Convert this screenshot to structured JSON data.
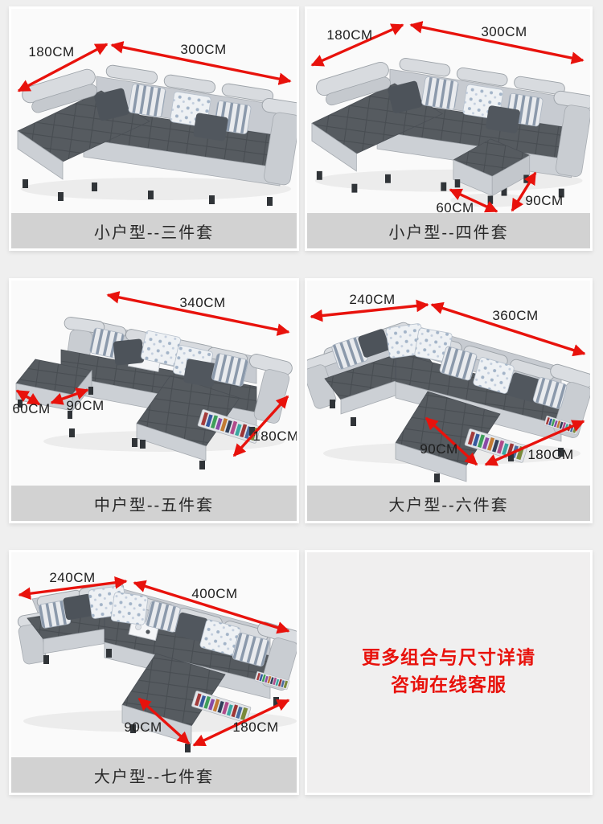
{
  "colors": {
    "page_bg": "#efefef",
    "panel_bg": "#fafafa",
    "notice_panel_bg": "#f0efef",
    "caption_bg": "#d2d2d2",
    "caption_text": "#282828",
    "dimension_text": "#1d1d1d",
    "arrow_red": "#e8120c",
    "notice_red": "#e8120c",
    "sofa_dark_gray": "#565b60",
    "sofa_light_gray": "#c7cbd1"
  },
  "panels": [
    {
      "caption": "小户型--三件套",
      "dims": [
        "180CM",
        "300CM"
      ]
    },
    {
      "caption": "小户型--四件套",
      "dims": [
        "180CM",
        "300CM",
        "60CM",
        "90CM"
      ]
    },
    {
      "caption": "中户型--五件套",
      "dims": [
        "340CM",
        "60CM",
        "90CM",
        "180CM"
      ]
    },
    {
      "caption": "大户型--六件套",
      "dims": [
        "240CM",
        "360CM",
        "90CM",
        "180CM"
      ]
    },
    {
      "caption": "大户型--七件套",
      "dims": [
        "240CM",
        "400CM",
        "90CM",
        "180CM"
      ]
    }
  ],
  "notice": {
    "line1": "更多组合与尺寸详请",
    "line2": "咨询在线客服"
  }
}
